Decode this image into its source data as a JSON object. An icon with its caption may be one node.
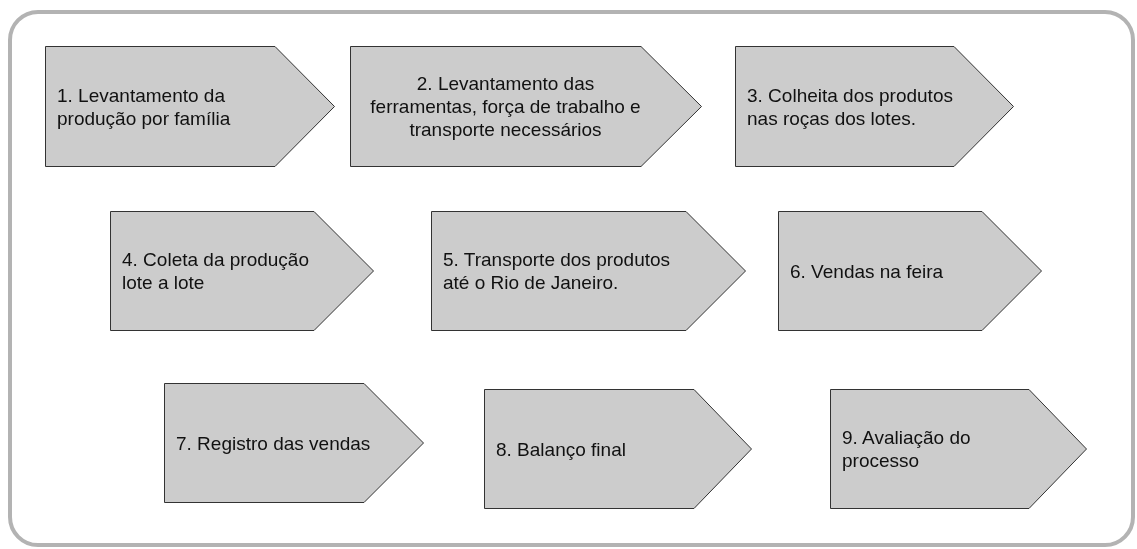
{
  "diagram": {
    "nodes": [
      {
        "text": [],
        "shape": "box"
      },
      {
        "text": [
          "1. Levantamento da produção por família"
        ],
        "in": 0
      },
      {
        "text": [
          "2. Levantamento das ferramentas, força de trabalho e transporte necessários"
        ],
        "in": 0
      },
      {
        "text": [
          "3. Colheita dos produtos nas roças dos lotes."
        ],
        "in": 0
      },
      {
        "text": [
          "4. Coleta da produção lote a lote"
        ],
        "in": 0
      },
      {
        "text": [
          "5. Transporte dos produtos até o Rio de Janeiro."
        ],
        "in": 0
      },
      {
        "text": [
          "6. Vendas na feira"
        ],
        "in": 0
      },
      {
        "text": [
          "7. Registro das vendas"
        ],
        "in": 0
      },
      {
        "text": [
          "8. Balanço final"
        ],
        "in": 0
      },
      {
        "text": [
          "9. Avaliação do processo"
        ],
        "in": 0
      }
    ]
  }
}
